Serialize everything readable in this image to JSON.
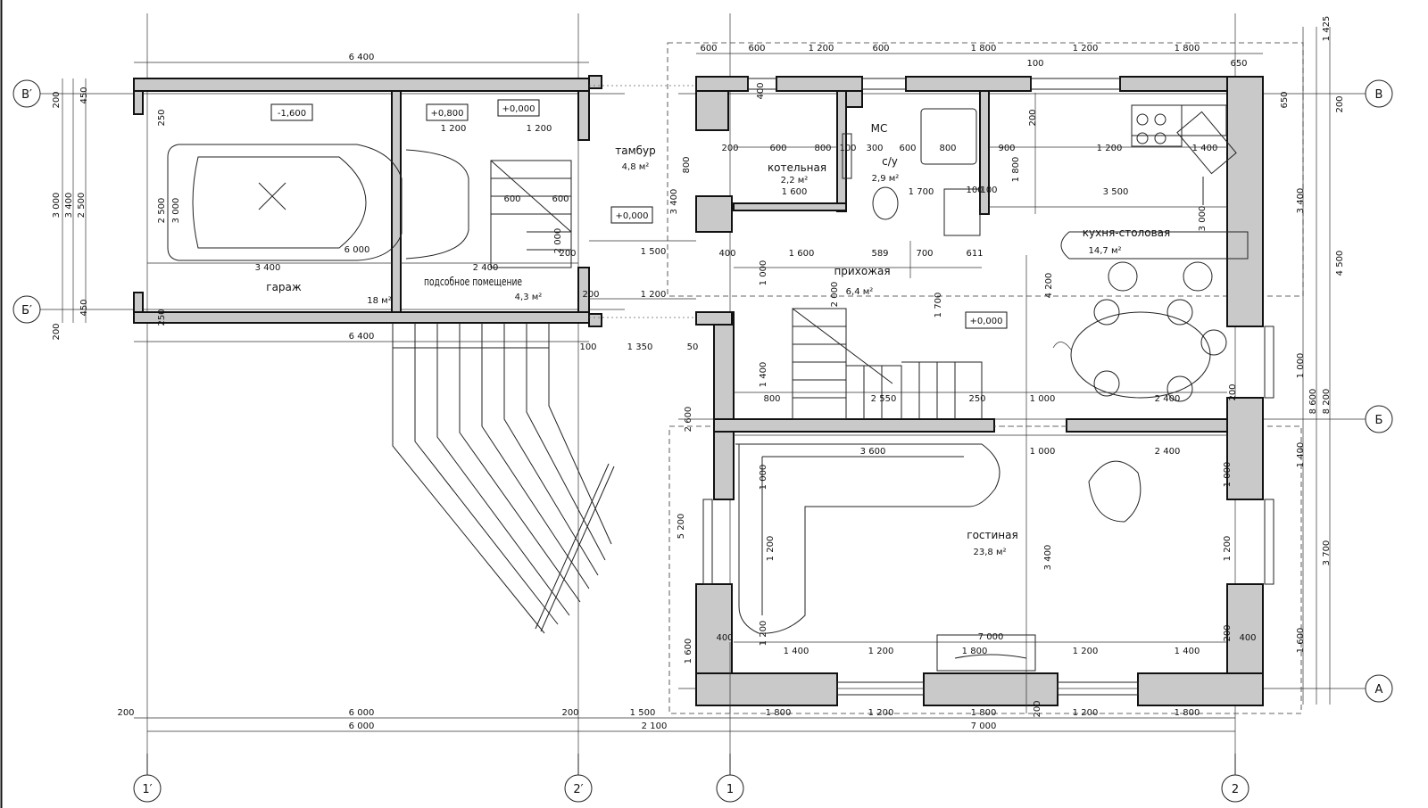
{
  "rooms": {
    "garage": {
      "name": "гараж",
      "area": "18 м²"
    },
    "utility": {
      "name": "подсобное помещение",
      "area": "4,3 м²"
    },
    "vestibule": {
      "name": "тамбур",
      "area": "4,8 м²"
    },
    "boiler": {
      "name": "котельная",
      "area": "2,2 м²"
    },
    "wc": {
      "name": "с/у",
      "area": "2,9 м²",
      "mark": "МС"
    },
    "hall": {
      "name": "прихожая",
      "area": "6,4 м²"
    },
    "kitchen": {
      "name": "кухня-столовая",
      "area": "14,7 м²"
    },
    "living": {
      "name": "гостиная",
      "area": "23,8 м²"
    }
  },
  "levels": {
    "garage": "-1,600",
    "utility": "+0,800",
    "stair": "+0,000",
    "vestibule": "+0,000",
    "hall": "+0,000"
  },
  "axes": {
    "bottom": [
      "1′",
      "2′",
      "1",
      "2"
    ],
    "left": [
      "В′",
      "Б′"
    ],
    "right": [
      "В",
      "Б",
      "А"
    ]
  },
  "dimensions": {
    "garage_top": "6 400",
    "garage_bottom": "6 400",
    "bottom_row1": [
      "200",
      "6 000",
      "200",
      "1 500",
      "1 800",
      "1 200",
      "1 800",
      "1 200",
      "1 800"
    ],
    "bottom_row2": [
      "6 000",
      "2 100",
      "7 000"
    ],
    "top_row": [
      "600",
      "600",
      "1 200",
      "600",
      "1 800",
      "1 200",
      "1 800"
    ],
    "right_outer": [
      "1 425",
      "4 500",
      "8 600",
      "8 200"
    ],
    "right_inner": [
      "3 400",
      "1 000",
      "1 400",
      "3 700",
      "1 600"
    ],
    "left_outer": [
      "3 000",
      "3 400",
      "2 500"
    ],
    "misc": {
      "d650a": "650",
      "d650b": "650",
      "d100": "100",
      "d200a": "200",
      "d450a": "450",
      "d450b": "450",
      "d200b": "200",
      "d200c": "200",
      "d250a": "250",
      "d250b": "250",
      "d2500": "2 500",
      "d3000": "3 000",
      "d6000g": "6 000",
      "d3400g": "3 400",
      "d2400g": "2 400",
      "d1200a": "1 200",
      "d1200b": "1 200",
      "d600s": "600",
      "d600t": "600",
      "d2000s": "2 000",
      "d200s": "200",
      "d200t": "200",
      "d100v": "100",
      "d1350": "1 350",
      "d50": "50",
      "d1200v": "1 200",
      "d1500": "1 500",
      "d800v": "800",
      "d3400v": "3 400",
      "d600k": "600",
      "d800k": "800",
      "d400k": "400",
      "d200k": "200",
      "d1600k": "1 600",
      "d300k": "300",
      "d100k": "100",
      "d600w": "600",
      "d800w": "800",
      "d1700w": "1 700",
      "d1800w": "1 800",
      "d900": "900",
      "d1200k": "1 200",
      "d1400k": "1 400",
      "d3500": "3 500",
      "d3000k": "3 000",
      "d4200": "4 200",
      "d400h": "400",
      "d1600h": "1 600",
      "d589": "589",
      "d700h": "700",
      "d611": "611",
      "d1000h": "1 000",
      "d2000h": "2 000",
      "d1700h": "1 700",
      "d800h": "800",
      "d2550": "2 550",
      "d250h": "250",
      "d1000k": "1 000",
      "d2400k": "2 400",
      "d200kb": "200",
      "d3600": "3 600",
      "d1000l": "1 000",
      "d2400l": "2 400",
      "d5200": "5 200",
      "d1200l": "1 200",
      "d1200r": "1 200",
      "d3400l": "3 400",
      "d7000": "7 000",
      "d1400l": "1 400",
      "d1200l2": "1 200",
      "d1800l": "1 800",
      "d1200l3": "1 200",
      "d1400l2": "1 400",
      "d400l": "400",
      "d400r": "400",
      "d200l": "200",
      "d1600l": "1 600",
      "d2600": "2 600",
      "d1400h": "1 400",
      "d100t": "100",
      "d200w": "200",
      "d1000w": "1 000",
      "d1200w": "1 200",
      "d200w2": "200",
      "d100w2": "100"
    }
  }
}
